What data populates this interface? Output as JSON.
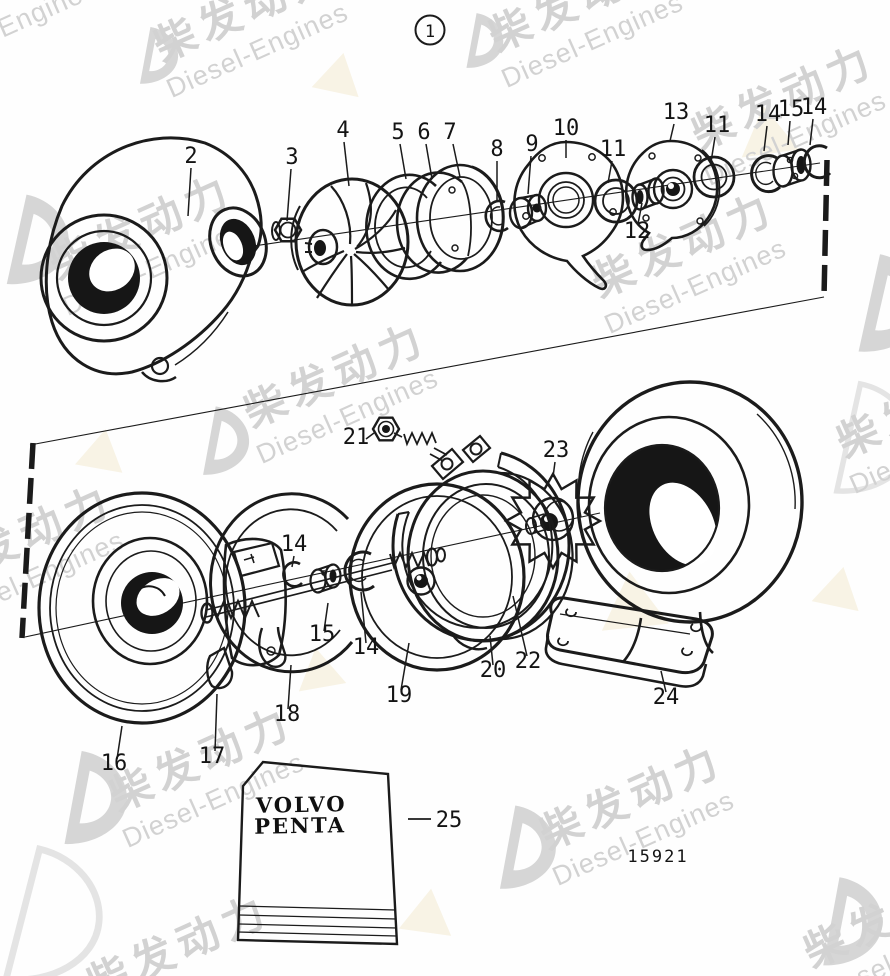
{
  "figure": {
    "circle_label": "1",
    "drawing_number": "15921"
  },
  "watermark": {
    "chinese": "柴发动力",
    "english": "Diesel-Engines"
  },
  "package_box": {
    "brand_line1": "VOLVO",
    "brand_line2": "PENTA"
  },
  "callouts": [
    {
      "label": "2"
    },
    {
      "label": "3"
    },
    {
      "label": "4"
    },
    {
      "label": "5"
    },
    {
      "label": "6"
    },
    {
      "label": "7"
    },
    {
      "label": "8"
    },
    {
      "label": "9"
    },
    {
      "label": "10"
    },
    {
      "label": "11"
    },
    {
      "label": "12"
    },
    {
      "label": "13"
    },
    {
      "label": "11"
    },
    {
      "label": "14"
    },
    {
      "label": "15"
    },
    {
      "label": "14"
    },
    {
      "label": "21"
    },
    {
      "label": "23"
    },
    {
      "label": "14"
    },
    {
      "label": "15"
    },
    {
      "label": "14"
    },
    {
      "label": "16"
    },
    {
      "label": "17"
    },
    {
      "label": "18"
    },
    {
      "label": "19"
    },
    {
      "label": "20"
    },
    {
      "label": "22"
    },
    {
      "label": "24"
    },
    {
      "label": "25"
    }
  ]
}
